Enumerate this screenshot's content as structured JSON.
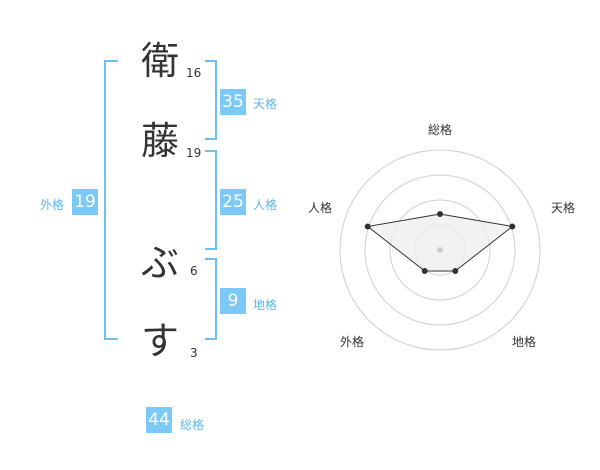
{
  "name": {
    "chars": [
      "衛",
      "藤",
      "ぶ",
      "す"
    ],
    "strokes": [
      "16",
      "19",
      "6",
      "3"
    ]
  },
  "fortune": {
    "tenkaku": {
      "value": "35",
      "label": "天格"
    },
    "jinkaku": {
      "value": "25",
      "label": "人格"
    },
    "chikaku": {
      "value": "9",
      "label": "地格"
    },
    "gaikaku": {
      "value": "19",
      "label": "外格"
    },
    "soukaku": {
      "value": "44",
      "label": "総格"
    }
  },
  "chart_data": {
    "type": "radar",
    "axes": [
      "総格",
      "天格",
      "地格",
      "外格",
      "人格"
    ],
    "max": 5,
    "rings": 4,
    "values": [
      1.8,
      3.8,
      1.3,
      1.3,
      3.8
    ]
  },
  "colors": {
    "accent": "#7cc8f6",
    "label": "#5fb5ea",
    "bracket": "#6fc0f2"
  }
}
